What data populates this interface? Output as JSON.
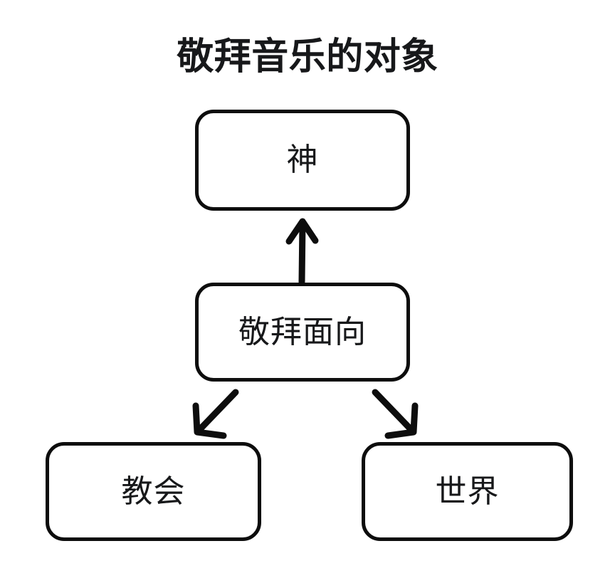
{
  "diagram": {
    "title": "敬拜音乐的对象",
    "type": "flowchart",
    "background_color": "#ffffff",
    "stroke_color": "#0d0d0d",
    "text_color": "#17181a",
    "nodes": [
      {
        "id": "god",
        "label": "神",
        "shape": "rounded-rectangle"
      },
      {
        "id": "aspect",
        "label": "敬拜面向",
        "shape": "rounded-rectangle"
      },
      {
        "id": "church",
        "label": "教会",
        "shape": "rounded-rectangle"
      },
      {
        "id": "world",
        "label": "世界",
        "shape": "rounded-rectangle"
      }
    ],
    "edges": [
      {
        "id": "aspect-to-god",
        "from": "aspect",
        "to": "god",
        "direction": "up",
        "arrowhead": "open-v"
      },
      {
        "id": "aspect-to-church",
        "from": "aspect",
        "to": "church",
        "direction": "down-left",
        "arrowhead": "open-v"
      },
      {
        "id": "aspect-to-world",
        "from": "aspect",
        "to": "world",
        "direction": "down-right",
        "arrowhead": "open-v"
      }
    ]
  }
}
